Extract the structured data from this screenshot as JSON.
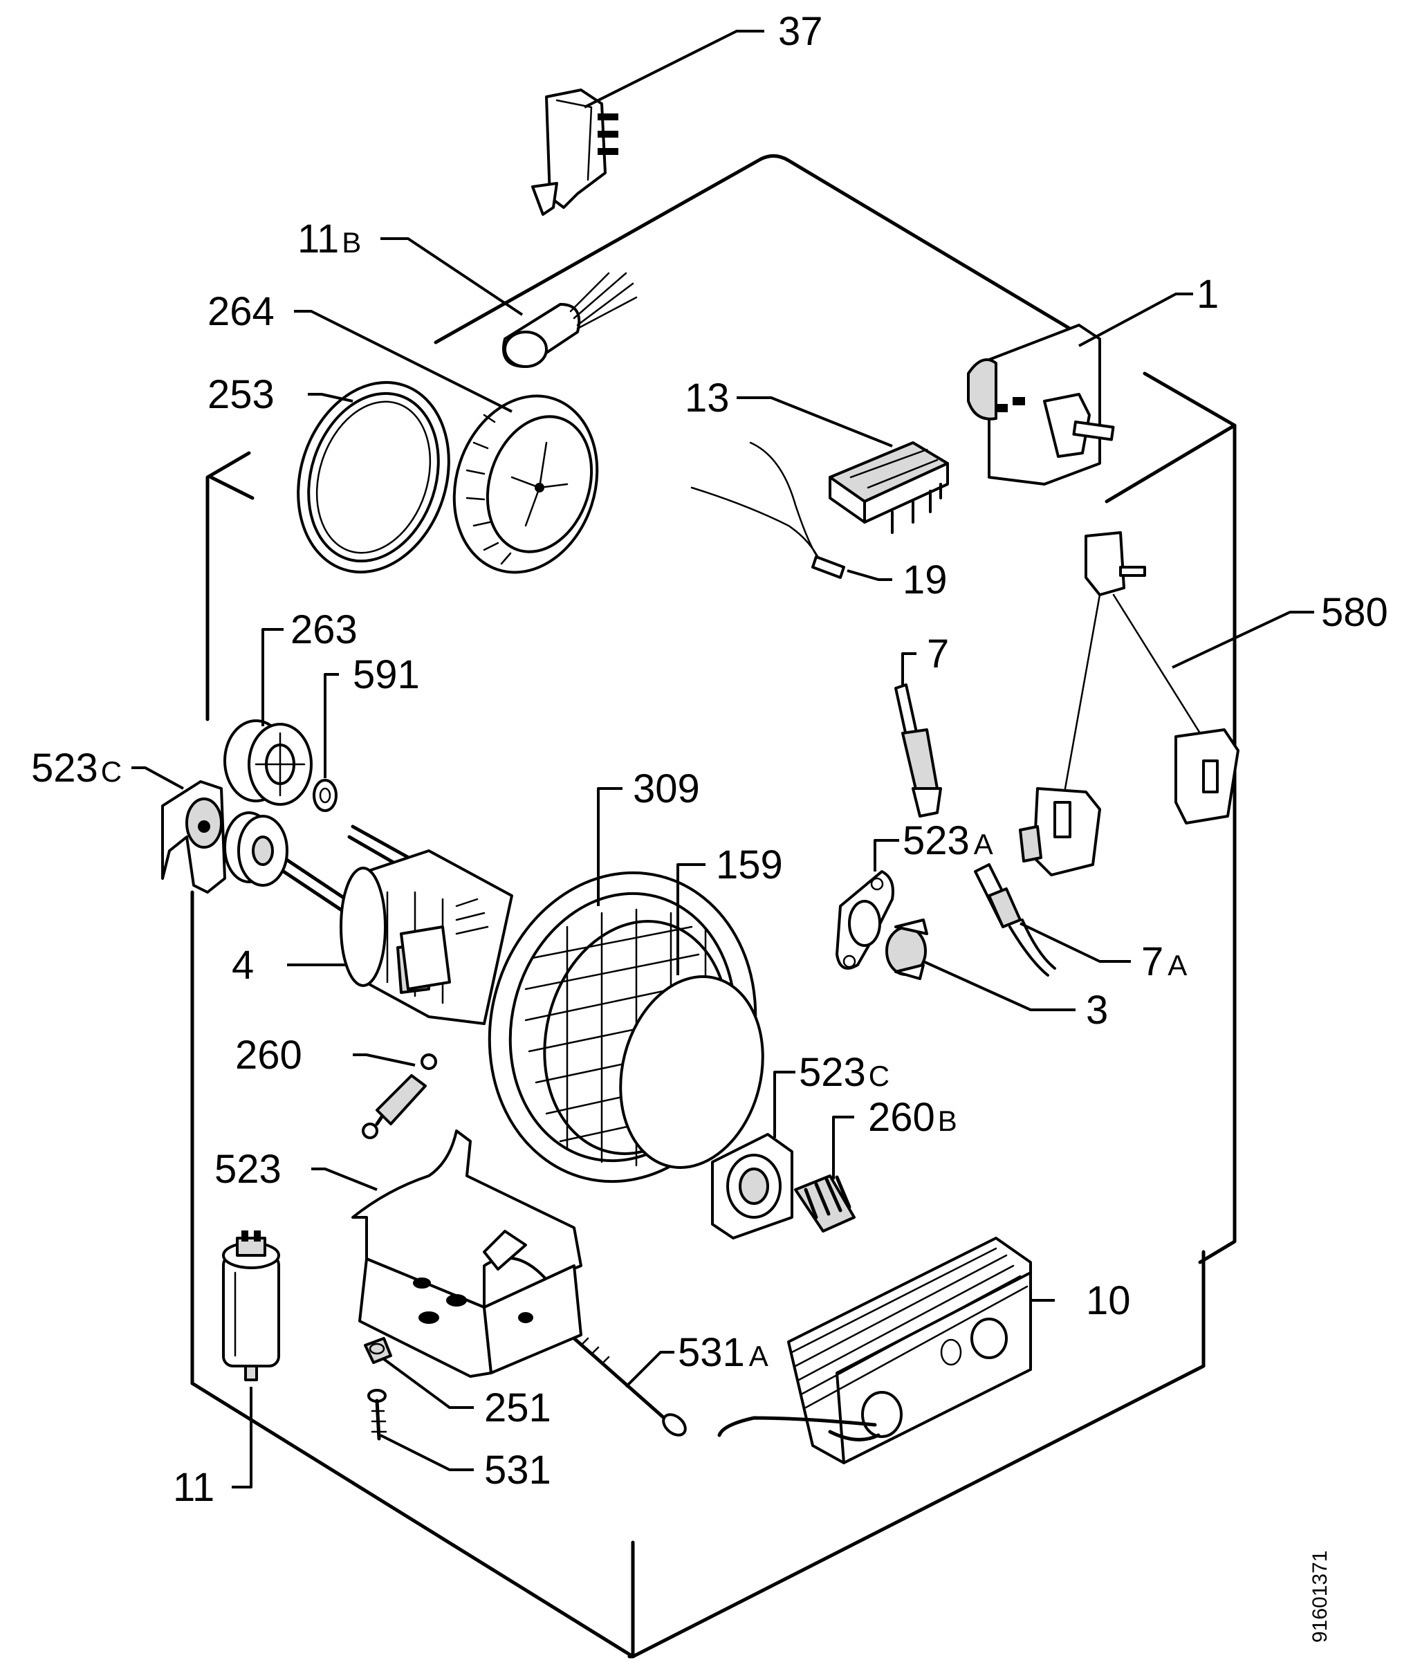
{
  "diagram_id": "91601371",
  "callouts": [
    {
      "num": "37",
      "sfx": ""
    },
    {
      "num": "11",
      "sfx": "B"
    },
    {
      "num": "264",
      "sfx": ""
    },
    {
      "num": "253",
      "sfx": ""
    },
    {
      "num": "1",
      "sfx": ""
    },
    {
      "num": "13",
      "sfx": ""
    },
    {
      "num": "19",
      "sfx": ""
    },
    {
      "num": "263",
      "sfx": ""
    },
    {
      "num": "591",
      "sfx": ""
    },
    {
      "num": "580",
      "sfx": ""
    },
    {
      "num": "7",
      "sfx": ""
    },
    {
      "num": "523",
      "sfx": "C"
    },
    {
      "num": "309",
      "sfx": ""
    },
    {
      "num": "159",
      "sfx": ""
    },
    {
      "num": "523",
      "sfx": "A"
    },
    {
      "num": "7",
      "sfx": "A"
    },
    {
      "num": "4",
      "sfx": ""
    },
    {
      "num": "3",
      "sfx": ""
    },
    {
      "num": "260",
      "sfx": ""
    },
    {
      "num": "523",
      "sfx": "C"
    },
    {
      "num": "260",
      "sfx": "B"
    },
    {
      "num": "523",
      "sfx": ""
    },
    {
      "num": "10",
      "sfx": ""
    },
    {
      "num": "531",
      "sfx": "A"
    },
    {
      "num": "251",
      "sfx": ""
    },
    {
      "num": "531",
      "sfx": ""
    },
    {
      "num": "11",
      "sfx": ""
    }
  ]
}
